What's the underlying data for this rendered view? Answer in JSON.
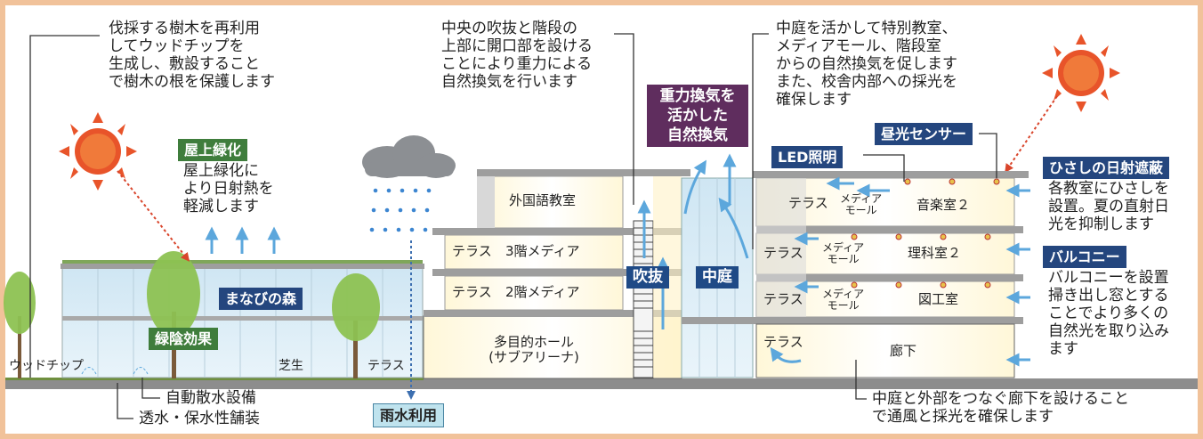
{
  "notes": {
    "woodchip": "伐採する樹木を再利用\nしてウッドチップを\n生成し、敷設すること\nで樹木の根を保護します",
    "rooftop_desc": "屋上緑化に\nより日射熱を\n軽減します",
    "void_stairs": "中央の吹抜と階段の\n上部に開口部を設ける\nことにより重力による\n自然換気を行います",
    "courtyard": "中庭を活かして特別教室、\nメディアモール、階段室\nからの自然換気を促します\nまた、校舎内部への採光を\n確保します",
    "eaves_desc": "各教室にひさしを\n設置。夏の直射日\n光を抑制します",
    "balcony_desc": "バルコニーを設置\n掃き出し窓とする\nことでより多くの\n自然光を取り込み\nます",
    "corridor": "中庭と外部をつなぐ廊下を設けること\nで通風と採光を確保します"
  },
  "tags": {
    "rooftop": "屋上緑化",
    "manabi": "まなびの森",
    "shade": "緑陰効果",
    "gravity": "重力換気を\n活かした\n自然換気",
    "led": "LED照明",
    "daylight_sensor": "昼光センサー",
    "eaves": "ひさしの日射遮蔽",
    "balcony": "バルコニー",
    "fukinuke": "吹抜",
    "nakaniwa": "中庭",
    "rainwater": "雨水利用"
  },
  "ground": {
    "woodchip": "ウッドチップ",
    "lawn": "芝生",
    "terrace": "テラス",
    "sprinkler": "自動散水設備",
    "paving": "透水・保水性舗装"
  },
  "rooms": {
    "foreign_lang": "外国語教室",
    "terrace": "テラス",
    "media3": "3階メディア",
    "media2": "2階メディア",
    "hall": "多目的ホール\n(サブアリーナ)",
    "media_mall": "メディア\nモール",
    "music": "音楽室２",
    "science": "理科室２",
    "art": "図工室",
    "corridor": "廊下"
  },
  "colors": {
    "background": "#f1c29a",
    "navy_tag": "#24467e",
    "green_tag": "#3f7d3c",
    "purple_tag": "#5f2d5e",
    "airflow_arrow": "#5ca7dc",
    "sun": "#e8542a",
    "rain": "#3d86d1"
  },
  "icons": [
    "sun-icon",
    "cloud-icon",
    "rain-icon",
    "tree-icon",
    "airflow-arrow-icon",
    "light-fixture-icon"
  ]
}
